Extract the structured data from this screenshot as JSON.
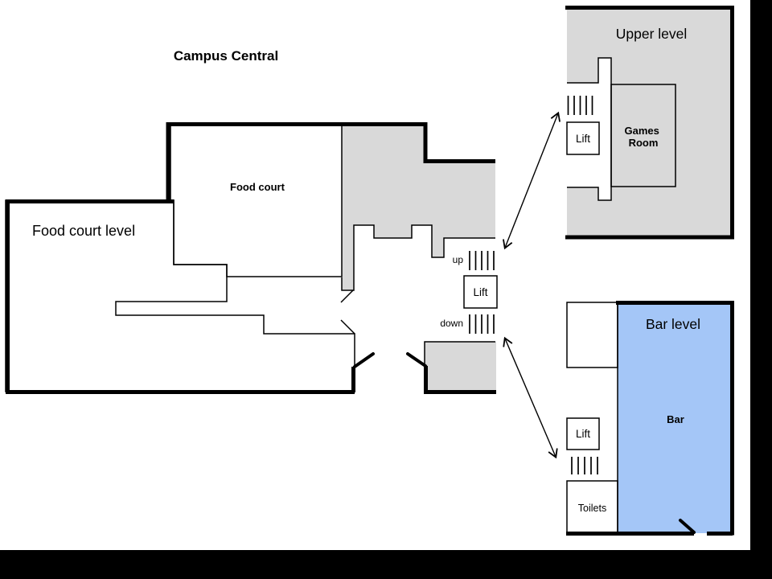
{
  "title": "Campus Central",
  "colors": {
    "room_blue": "#a4c6f7",
    "floor_gray": "#d9d9d9",
    "wall_black": "#000000",
    "frame_black": "#000000",
    "background": "#ffffff"
  },
  "main_level": {
    "name": "Food court level",
    "room": "Food court",
    "lift": "Lift",
    "stairs_up": "up",
    "stairs_down": "down"
  },
  "upper_level": {
    "name": "Upper level",
    "room_line1": "Games",
    "room_line2": "Room",
    "lift": "Lift"
  },
  "bar_level": {
    "name": "Bar level",
    "room": "Bar",
    "toilets": "Toilets",
    "lift": "Lift"
  }
}
